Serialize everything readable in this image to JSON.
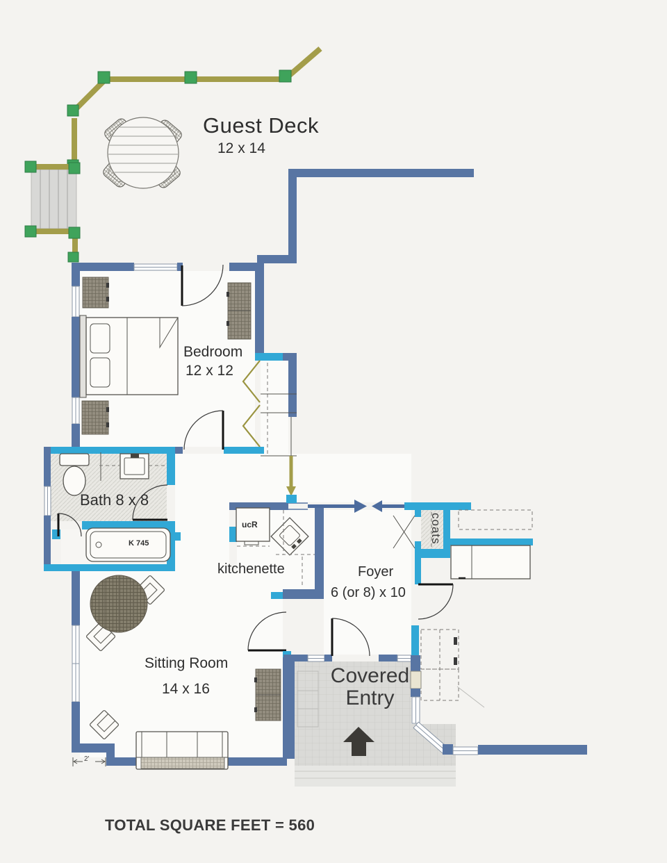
{
  "document": {
    "type": "floor-plan-drawing",
    "total_note": "TOTAL SQUARE FEET = 560"
  },
  "rooms": {
    "guest_deck": {
      "label": "Guest Deck",
      "dims": "12 x 14"
    },
    "bedroom": {
      "label": "Bedroom",
      "dims": "12 x 12"
    },
    "bath": {
      "label": "Bath 8 x 8"
    },
    "kitchenette": {
      "label": "kitchenette"
    },
    "foyer": {
      "label": "Foyer",
      "dims": "6 (or 8) x 10"
    },
    "coats_closet": {
      "label": "coats"
    },
    "sitting_room": {
      "label": "Sitting Room",
      "dims": "14 x 16"
    },
    "covered_entry": {
      "label_line1": "Covered",
      "label_line2": "Entry"
    }
  },
  "fixtures": {
    "tub_model": "K 745",
    "under_counter_refrigerator": "ucR",
    "wall_offset_dimension": "2'"
  },
  "colors": {
    "paper": "#f4f3f0",
    "wall_blue": "#5875a3",
    "wall_cyan": "#31a8d6",
    "deck_rail_olive": "#a39d4a",
    "deck_post_green": "#3fa35b",
    "entry_floor_gray": "#dadad7",
    "furniture_weave": "#948e80",
    "entry_arrow_dark": "#3c3a36",
    "flow_arrow_blue": "#4c6b9d"
  }
}
